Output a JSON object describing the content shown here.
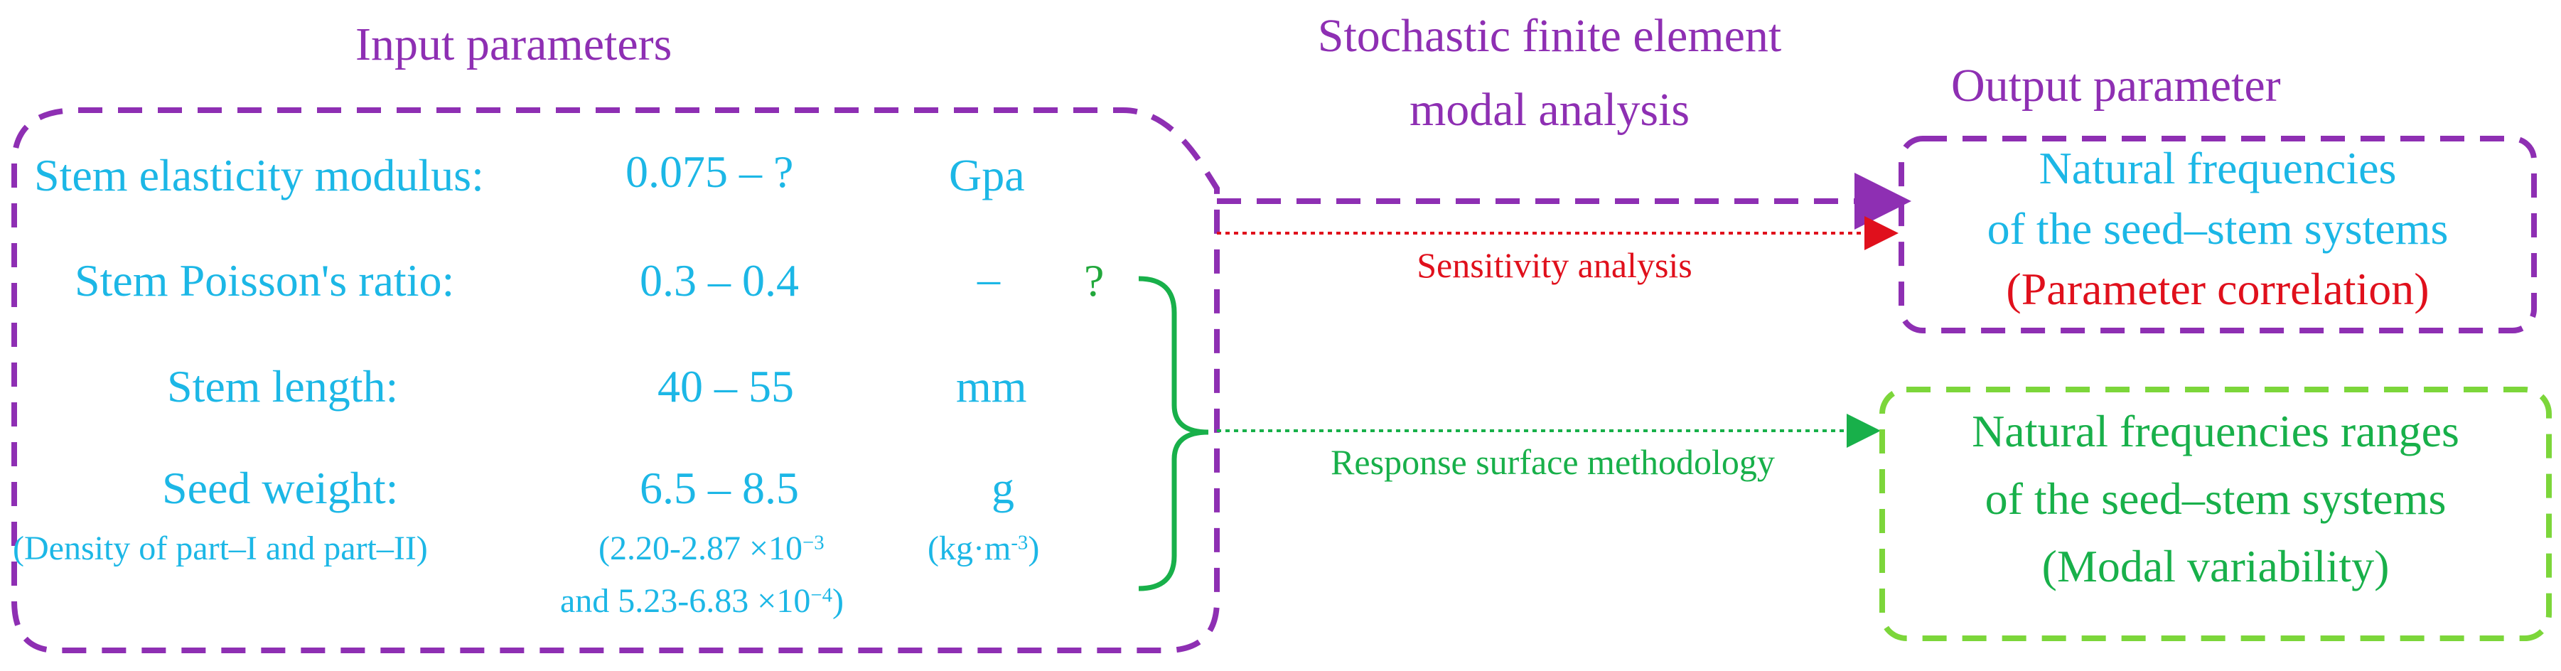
{
  "colors": {
    "purple": "#8e2fb3",
    "cyan": "#1cb7e6",
    "green": "#18b04a",
    "light_green": "#7cd63a",
    "red": "#e0101c"
  },
  "input": {
    "title": "Input parameters",
    "rows": [
      {
        "label": "Stem elasticity modulus:",
        "range": "0.075 – ?",
        "unit": "Gpa"
      },
      {
        "label": "Stem Poisson's ratio:",
        "range": "0.3 – 0.4",
        "unit": "–"
      },
      {
        "label": "Stem length:",
        "range": "40 – 55",
        "unit": "mm"
      },
      {
        "label": "Seed weight:",
        "range": "6.5 – 8.5",
        "unit": "g"
      }
    ],
    "density_label": "(Density of part–I and part–II)",
    "density_range_line1": "(2.20-2.87 ×10",
    "density_exp1": "−3",
    "density_range_line2": "and 5.23-6.83 ×10",
    "density_exp2": "−4",
    "density_range_close": ")",
    "density_unit_pre": "(kg·m",
    "density_unit_exp": "-3",
    "density_unit_post": ")",
    "uncertain_mark": "?"
  },
  "method": {
    "title_line1": "Stochastic finite element",
    "title_line2": "modal analysis",
    "sensitivity": "Sensitivity analysis",
    "rsm": "Response surface methodology"
  },
  "output": {
    "title": "Output parameter",
    "box1_line1": "Natural frequencies",
    "box1_line2": "of the seed–stem systems",
    "box1_line3": "(Parameter correlation)",
    "box2_line1": "Natural frequencies ranges",
    "box2_line2": "of the seed–stem systems",
    "box2_line3": "(Modal variability)"
  }
}
